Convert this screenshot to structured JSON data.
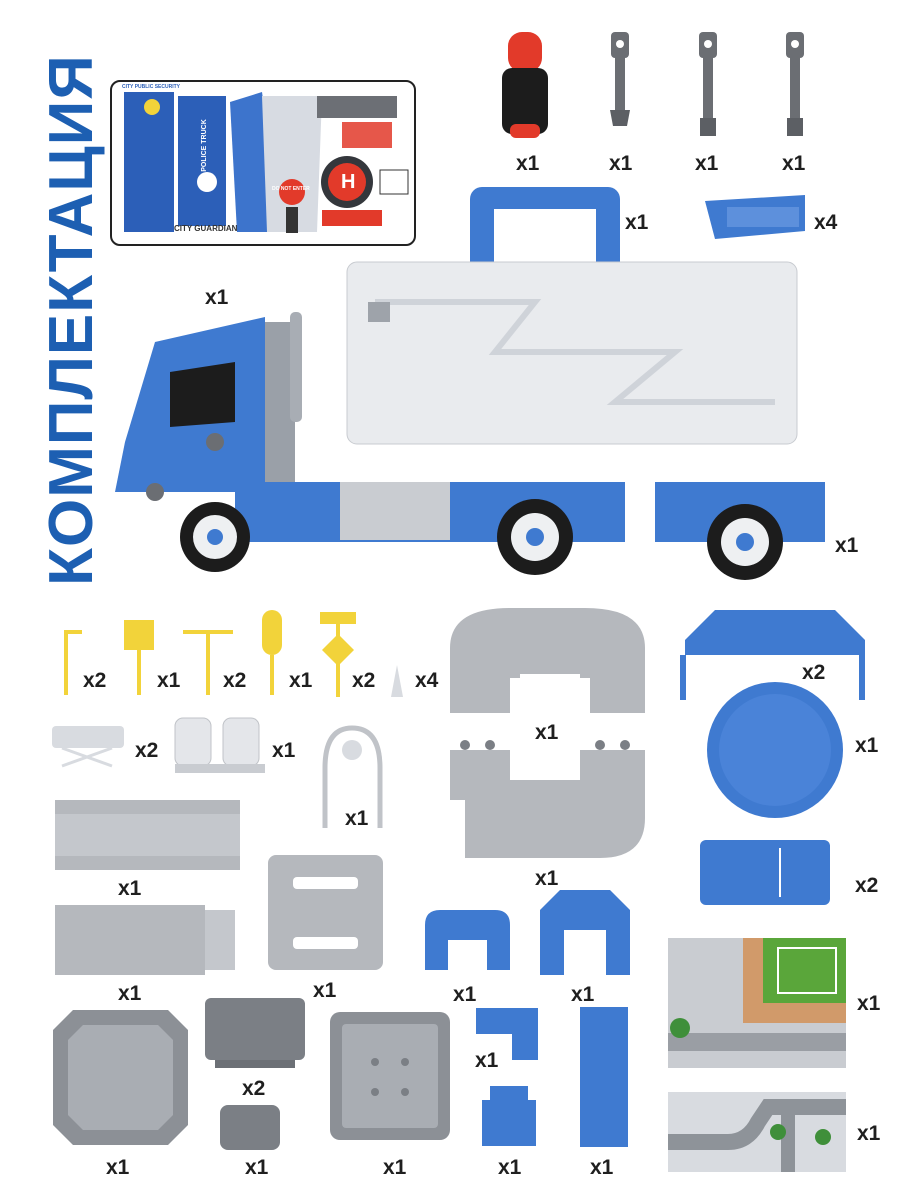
{
  "title": "КОМПЛЕКТАЦИЯ",
  "colors": {
    "title_blue": "#1d5fb2",
    "part_blue": "#3f7ad0",
    "part_grey": "#b5b8bd",
    "part_yellow": "#f2d33a",
    "accent_red": "#e23a2a"
  },
  "sticker_sheet": {
    "texts": [
      "POLICE TRUCK",
      "CITY GUARDIAN",
      "CITY PUBLIC SECURITY",
      "DO NOT ENTER",
      "H"
    ]
  },
  "quantities": {
    "screwdriver": "x1",
    "screw_tool_1": "x1",
    "screw_tool_2": "x1",
    "screw_tool_3": "x1",
    "handle": "x1",
    "connectors": "x4",
    "truck": "x1",
    "trailer_chassis": "x1",
    "lamp_post": "x2",
    "sign_square": "x1",
    "double_lamp": "x2",
    "traffic_light": "x1",
    "diamond_sign": "x2",
    "cones": "x4",
    "ramp_upper": "x1",
    "blue_rail": "x2",
    "blue_disc": "x1",
    "bench": "x2",
    "fuel_pumps": "x1",
    "basketball_hoop": "x1",
    "ramp_lower": "x1",
    "track_straight": "x1",
    "square_plate": "x1",
    "track_end": "x1",
    "blue_block": "x2",
    "blue_arch_small": "x1",
    "blue_arch_large": "x1",
    "map_stadium": "x1",
    "map_roads": "x1",
    "grey_tray": "x1",
    "grey_box": "x2",
    "grey_cylinder": "x1",
    "grey_panel": "x1",
    "blue_corner": "x1",
    "blue_pedestal": "x1",
    "blue_slab": "x1"
  }
}
